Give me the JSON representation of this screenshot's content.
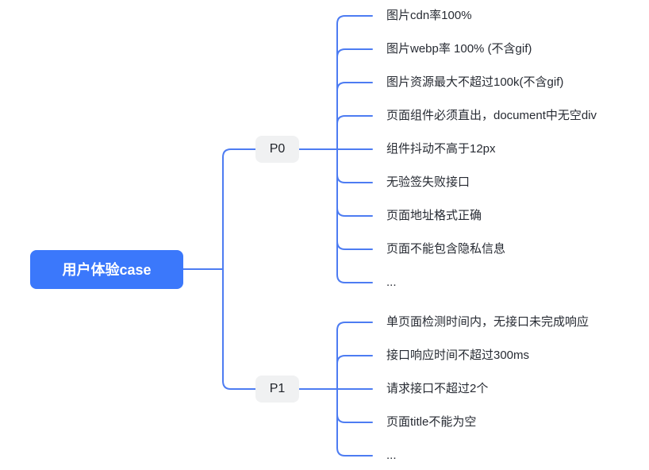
{
  "colors": {
    "canvas_bg": "#ffffff",
    "line": "#4d7cf2",
    "root_fill": "#3b78fb",
    "root_text": "#ffffff",
    "branch_fill": "#f0f1f2",
    "branch_text": "#1f2329",
    "leaf_text": "#272b33"
  },
  "mindmap": {
    "root": {
      "label": "用户体验case"
    },
    "branches": [
      {
        "label": "P0",
        "children": [
          {
            "label": "图片cdn率100%"
          },
          {
            "label": "图片webp率 100% (不含gif)"
          },
          {
            "label": "图片资源最大不超过100k(不含gif)"
          },
          {
            "label": "页面组件必须直出，document中无空div"
          },
          {
            "label": "组件抖动不高于12px"
          },
          {
            "label": "无验签失败接口"
          },
          {
            "label": "页面地址格式正确"
          },
          {
            "label": "页面不能包含隐私信息"
          },
          {
            "label": "..."
          }
        ]
      },
      {
        "label": "P1",
        "children": [
          {
            "label": "单页面检测时间内，无接口未完成响应"
          },
          {
            "label": "接口响应时间不超过300ms"
          },
          {
            "label": "请求接口不超过2个"
          },
          {
            "label": "页面title不能为空"
          },
          {
            "label": "..."
          }
        ]
      }
    ]
  }
}
